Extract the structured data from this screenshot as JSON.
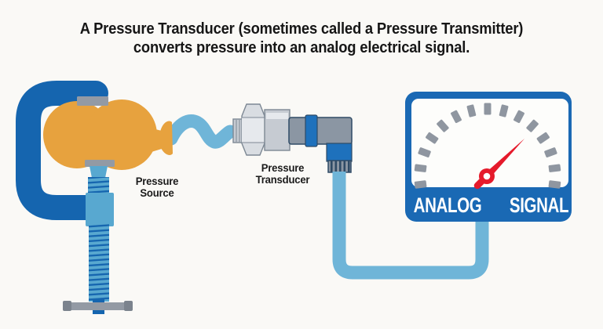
{
  "title": {
    "line1": "A Pressure Transducer (sometimes called a Pressure Transmitter)",
    "line2": "converts pressure into an analog electrical signal."
  },
  "labels": {
    "source": {
      "line1": "Pressure",
      "line2": "Source"
    },
    "transducer": {
      "line1": "Pressure",
      "line2": "Transducer"
    }
  },
  "gauge": {
    "label_left": "ANALOG",
    "label_right": "SIGNAL",
    "icon": "lightning-bolt",
    "tick_count": 15,
    "needle_angle_deg": 45
  },
  "colors": {
    "background": "#FAF9F6",
    "text_dark": "#161616",
    "clamp_blue": "#1565AF",
    "connector_blue": "#1E71BC",
    "sign_blue": "#1A69B4",
    "light_blue": "#58A8D0",
    "cable_blue": "#6FB5D8",
    "orange": "#E7A23E",
    "pad_gray": "#939AA4",
    "pad_gray_dark": "#7B838D",
    "steel_light": "#D9DDE2",
    "steel_mid": "#C6CBD2",
    "steel_outline": "#7D8894",
    "barrel_gray": "#8B96A3",
    "outline_navy": "#2F4B66",
    "tick_gray": "#8F96A0",
    "needle_red": "#E51A2B"
  }
}
